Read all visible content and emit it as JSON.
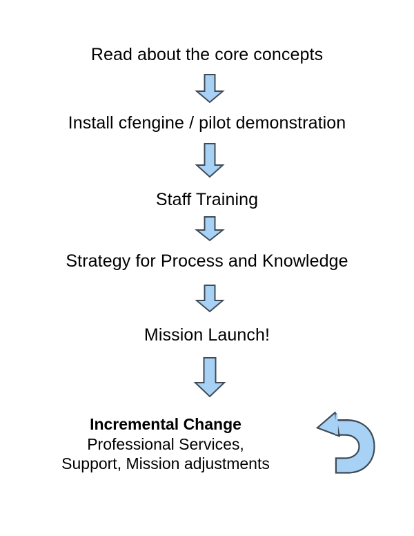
{
  "diagram": {
    "title": "CFEngine adoption roadmap flowchart",
    "background_color": "#ffffff",
    "arrow_fill_color": "#a8d2f5",
    "arrow_stroke_color": "#3f4a55",
    "text_color": "#000000",
    "steps": [
      {
        "label": "Read about the core concepts"
      },
      {
        "label": "Install cfengine / pilot demonstration"
      },
      {
        "label": "Staff Training"
      },
      {
        "label": "Strategy for Process and Knowledge"
      },
      {
        "label": "Mission Launch!"
      }
    ],
    "connectors": [
      {
        "name": "arrow-down-1",
        "direction": "down"
      },
      {
        "name": "arrow-down-2",
        "direction": "down"
      },
      {
        "name": "arrow-down-3",
        "direction": "down"
      },
      {
        "name": "arrow-down-4",
        "direction": "down"
      },
      {
        "name": "arrow-down-5",
        "direction": "down"
      }
    ],
    "final_block": {
      "heading": "Incremental Change",
      "line_1": "Professional Services,",
      "line_2": "Support, Mission adjustments",
      "loop_arrow": "curved-loop-arrow"
    }
  }
}
